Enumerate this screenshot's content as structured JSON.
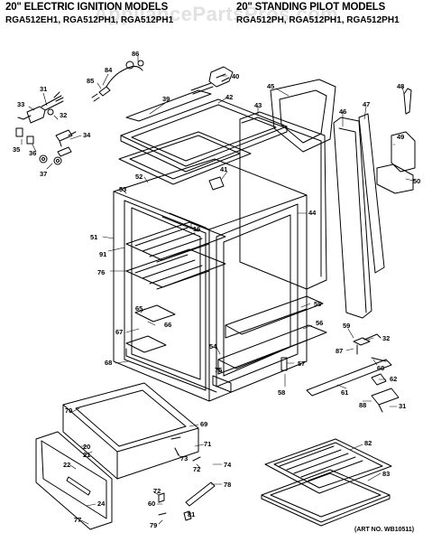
{
  "header": {
    "left_title": "20\" ELECTRIC IGNITION MODELS",
    "right_title": "20\" STANDING PILOT MODELS",
    "left_models": "RGA512EH1, RGA512PH1, RGA512PH1",
    "right_models": "RGA512PH, RGA512PH1, RGA512PH1"
  },
  "watermark": "AppliancePartsPros.com",
  "art_number": "(ART NO. WB10511)",
  "part_labels": [
    {
      "id": "31a",
      "text": "31"
    },
    {
      "id": "32a",
      "text": "32"
    },
    {
      "id": "33",
      "text": "33"
    },
    {
      "id": "34",
      "text": "34"
    },
    {
      "id": "35",
      "text": "35"
    },
    {
      "id": "36",
      "text": "36"
    },
    {
      "id": "37",
      "text": "37"
    },
    {
      "id": "84",
      "text": "84"
    },
    {
      "id": "85",
      "text": "85"
    },
    {
      "id": "86",
      "text": "86"
    },
    {
      "id": "39",
      "text": "39"
    },
    {
      "id": "40",
      "text": "40"
    },
    {
      "id": "42",
      "text": "42"
    },
    {
      "id": "43",
      "text": "43"
    },
    {
      "id": "45",
      "text": "45"
    },
    {
      "id": "46",
      "text": "46"
    },
    {
      "id": "47",
      "text": "47"
    },
    {
      "id": "48",
      "text": "48"
    },
    {
      "id": "49",
      "text": "49"
    },
    {
      "id": "50",
      "text": "50"
    },
    {
      "id": "41",
      "text": "41"
    },
    {
      "id": "44",
      "text": "44"
    },
    {
      "id": "52",
      "text": "52"
    },
    {
      "id": "53",
      "text": "53"
    },
    {
      "id": "16",
      "text": "16"
    },
    {
      "id": "51",
      "text": "51"
    },
    {
      "id": "91",
      "text": "91"
    },
    {
      "id": "76",
      "text": "76"
    },
    {
      "id": "55",
      "text": "55"
    },
    {
      "id": "56",
      "text": "56"
    },
    {
      "id": "65",
      "text": "65"
    },
    {
      "id": "66",
      "text": "66"
    },
    {
      "id": "67",
      "text": "67"
    },
    {
      "id": "68",
      "text": "68"
    },
    {
      "id": "54",
      "text": "54"
    },
    {
      "id": "75",
      "text": "75"
    },
    {
      "id": "57",
      "text": "57"
    },
    {
      "id": "58",
      "text": "58"
    },
    {
      "id": "59",
      "text": "59"
    },
    {
      "id": "32b",
      "text": "32"
    },
    {
      "id": "87",
      "text": "87"
    },
    {
      "id": "60a",
      "text": "60"
    },
    {
      "id": "62",
      "text": "62"
    },
    {
      "id": "61",
      "text": "61"
    },
    {
      "id": "88",
      "text": "88"
    },
    {
      "id": "31b",
      "text": "31"
    },
    {
      "id": "70",
      "text": "70"
    },
    {
      "id": "69",
      "text": "69"
    },
    {
      "id": "20",
      "text": "20"
    },
    {
      "id": "21",
      "text": "21"
    },
    {
      "id": "22",
      "text": "22"
    },
    {
      "id": "71",
      "text": "71"
    },
    {
      "id": "73",
      "text": "73"
    },
    {
      "id": "72a",
      "text": "72"
    },
    {
      "id": "74",
      "text": "74"
    },
    {
      "id": "78",
      "text": "78"
    },
    {
      "id": "72b",
      "text": "72"
    },
    {
      "id": "60b",
      "text": "60"
    },
    {
      "id": "24",
      "text": "24"
    },
    {
      "id": "77",
      "text": "77"
    },
    {
      "id": "79",
      "text": "79"
    },
    {
      "id": "81",
      "text": "81"
    },
    {
      "id": "82",
      "text": "82"
    },
    {
      "id": "83",
      "text": "83"
    }
  ]
}
